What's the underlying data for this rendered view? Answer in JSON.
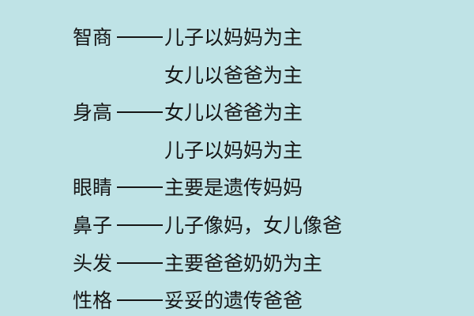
{
  "background_color": "#bfe3e6",
  "text_color": "#161616",
  "rows": [
    {
      "label": "智商",
      "separator": "——",
      "value": "儿子以妈妈为主"
    },
    {
      "label": "",
      "separator": "",
      "value": "女儿以爸爸为主"
    },
    {
      "label": "身高",
      "separator": "——",
      "value": "女儿以爸爸为主"
    },
    {
      "label": "",
      "separator": "",
      "value": "儿子以妈妈为主"
    },
    {
      "label": "眼睛",
      "separator": "——",
      "value": "主要是遗传妈妈"
    },
    {
      "label": "鼻子",
      "separator": "——",
      "value": "儿子像妈，女儿像爸"
    },
    {
      "label": "头发",
      "separator": "——",
      "value": "主要爸爸奶奶为主"
    },
    {
      "label": "性格",
      "separator": "——",
      "value": "妥妥的遗传爸爸"
    }
  ]
}
